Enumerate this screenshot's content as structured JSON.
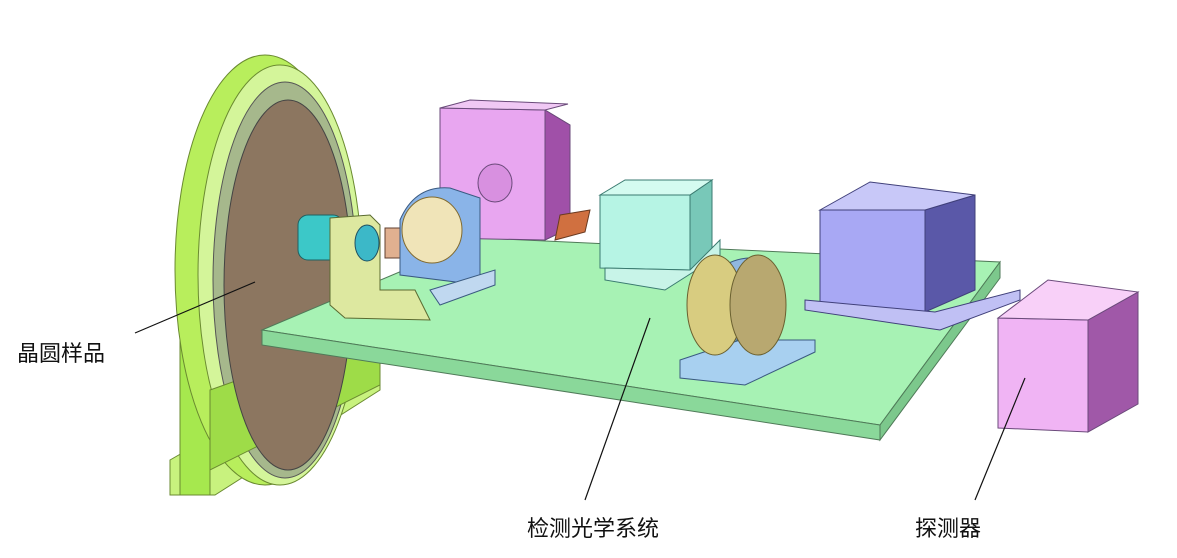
{
  "labels": {
    "wafer_sample": "晶圆样品",
    "optical_system": "检测光学系统",
    "detector": "探测器"
  },
  "colors": {
    "mount": "#a6e84e",
    "wafer": "#8c7660",
    "plate": "#a7f2b4",
    "magenta_block": "#e8a6f0",
    "cyan_block": "#b6f4e4",
    "blue_block": "#a8a8f4",
    "detector": "#f0b4f4"
  }
}
